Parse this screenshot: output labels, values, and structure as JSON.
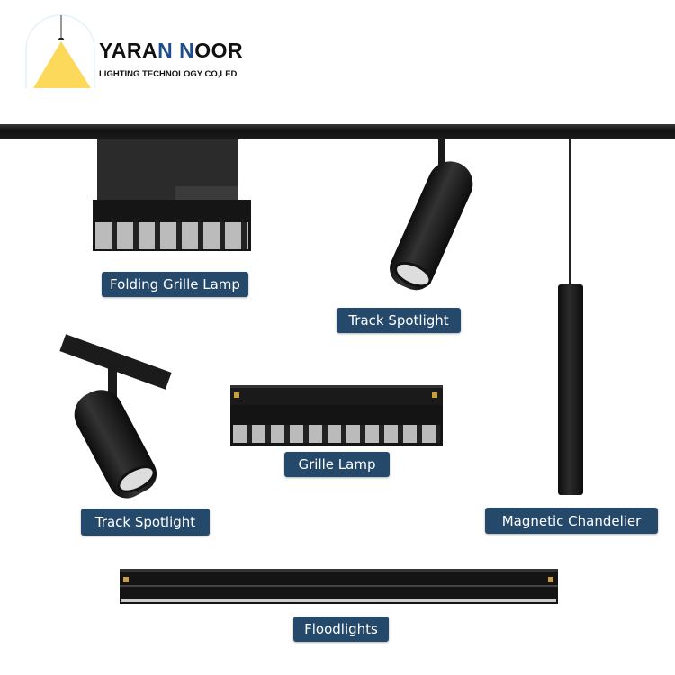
{
  "brand": {
    "name_part1": "YARA",
    "name_part2": "N",
    "name_part3": " ",
    "name_part4": "N",
    "name_part5": "OOR",
    "tagline": "LIGHTING TECHNOLOGY CO,LED",
    "accent": "#1f4e8c",
    "logo_yellow": "#fcd95a"
  },
  "products": [
    {
      "label": "Folding Grille Lamp"
    },
    {
      "label": "Track Spotlight"
    },
    {
      "label": "Magnetic Chandelier"
    },
    {
      "label": "Track Spotlight"
    },
    {
      "label": "Grille Lamp"
    },
    {
      "label": "Floodlights"
    }
  ],
  "label_color": "#25496a"
}
